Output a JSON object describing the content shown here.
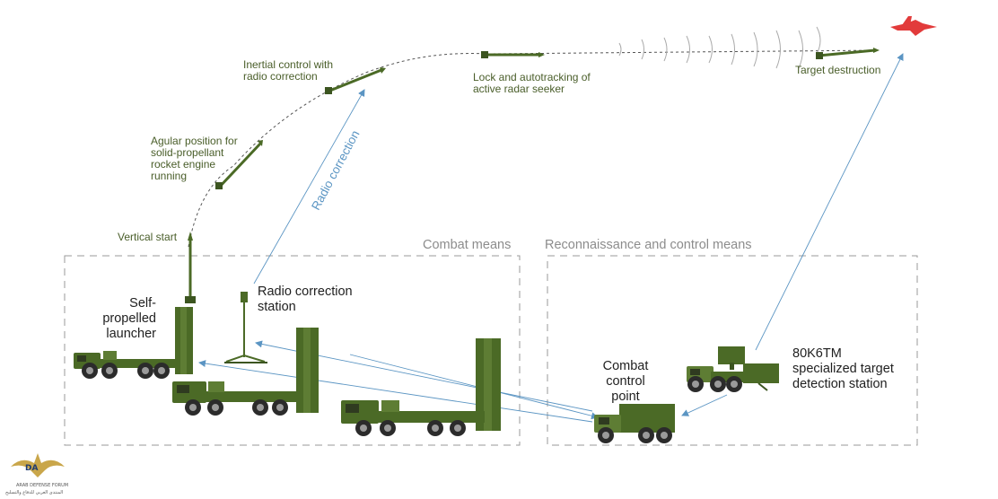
{
  "stages": {
    "vertical_start": "Vertical start",
    "angular_position": "Agular position for\nsolid-propellant\nrocket engine\nrunning",
    "inertial_control": "Inertial control with\nradio correction",
    "lock_autotracking": "Lock and autotracking of\nactive radar seeker",
    "target_destruction": "Target destruction"
  },
  "links": {
    "radio_correction": "Radio correction"
  },
  "groups": {
    "combat_means": "Combat means",
    "recon_control_means": "Reconnaissance and control means"
  },
  "units": {
    "launcher": "Self-\npropelled\nlauncher",
    "radio_station": "Radio correction\nstation",
    "control_point": "Combat\ncontrol\npoint",
    "detection_station": "80K6TM\nspecialized target\ndetection station"
  },
  "logo": {
    "line1": "ARAB DEFENSE FORUM",
    "line2": "المنتدى العربي للدفاع والتسليح"
  },
  "colors": {
    "military_green": "#4b6a26",
    "label_green": "#4a5e2a",
    "link_blue": "#5b95c3",
    "frame_grey": "#9a9a9a",
    "target_red": "#e23b3b"
  },
  "icons": [
    "missile-icon",
    "truck-icon",
    "launcher-icon",
    "radar-icon",
    "aircraft-icon",
    "antenna-mast-icon"
  ]
}
